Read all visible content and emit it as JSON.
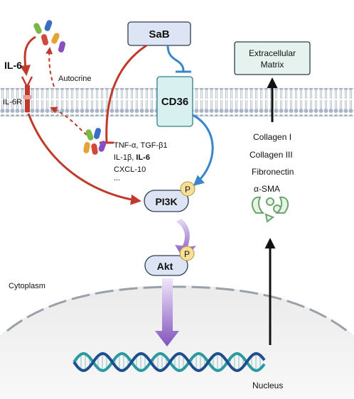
{
  "figure": {
    "nodes": {
      "sab": "SaB",
      "cd36": "CD36",
      "pi3k": "PI3K",
      "akt": "Akt",
      "ecm_line1": "Extracellular",
      "ecm_line2": "Matrix",
      "il6": "IL-6",
      "il6r": "IL-6R",
      "p_pi3k": "P",
      "p_akt": "P"
    },
    "labels": {
      "autocrine": "Autocrine",
      "cytoplasm": "Cytoplasm",
      "nucleus": "Nucleus"
    },
    "cytokines": {
      "line1": "TNF-α, TGF-β1",
      "line2_prefix": "IL-1β, ",
      "line2_bold": "IL-6",
      "line3": "CXCL-10",
      "line4": "..."
    },
    "ecm_proteins": [
      "Collagen I",
      "Collagen III",
      "Fibronectin",
      "α-SMA"
    ],
    "colors": {
      "red_arrow": "#c0392b",
      "blue_arrow": "#3a86c8",
      "purple_arrow": "#7b4bb5",
      "node_fill_blue": "#dde4f3",
      "cd36_fill": "#d8f0f0",
      "ecm_fill": "#e6f2ee",
      "membrane": "#a9b5c4",
      "phospho_fill": "#f7df9a",
      "sma_green": "#6aa56d"
    }
  }
}
